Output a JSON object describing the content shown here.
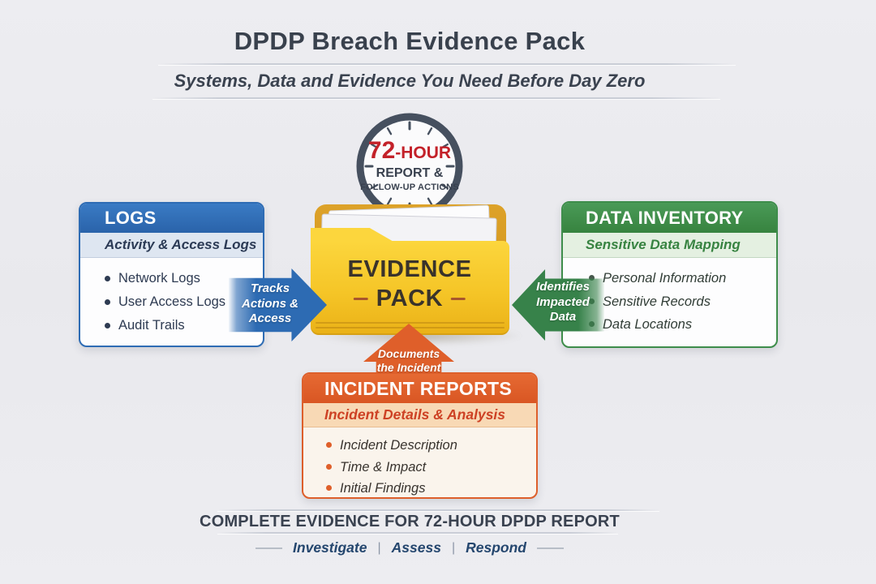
{
  "header": {
    "title": "DPDP Breach Evidence Pack",
    "subtitle": "Systems, Data and Evidence You Need Before Day Zero"
  },
  "clock_badge": {
    "number": "72",
    "suffix": "-HOUR",
    "line2": "REPORT &",
    "line3": "FOLLOW-UP ACTIONS",
    "accent_color": "#c32129"
  },
  "evidence_pack": {
    "line1": "EVIDENCE",
    "line2": "PACK",
    "folder_color": "#f5c527"
  },
  "panels": {
    "logs": {
      "title": "LOGS",
      "subtitle": "Activity & Access Logs",
      "items": [
        "Network Logs",
        "User Access Logs",
        "Audit Trails"
      ],
      "accent_color": "#2e6cb4"
    },
    "data_inventory": {
      "title": "DATA INVENTORY",
      "subtitle": "Sensitive Data Mapping",
      "items": [
        "Personal Information",
        "Sensitive Records",
        "Data Locations"
      ],
      "accent_color": "#3e8d4b"
    },
    "incident_reports": {
      "title": "INCIDENT REPORTS",
      "subtitle": "Incident Details & Analysis",
      "items": [
        "Incident Description",
        "Time & Impact",
        "Initial Findings"
      ],
      "accent_color": "#dd5f2b"
    }
  },
  "arrows": {
    "logs_to_pack": {
      "direction": "right",
      "color": "#2d6bb3",
      "lines": [
        "Tracks",
        "Actions &",
        "Access"
      ]
    },
    "inventory_to_pack": {
      "direction": "left",
      "color": "#37824a",
      "lines": [
        "Identifies",
        "Impacted",
        "Data"
      ]
    },
    "incident_to_pack": {
      "direction": "up",
      "color": "#df5f2a",
      "lines": [
        "Documents",
        "the Incident"
      ]
    }
  },
  "footer": {
    "headline": "COMPLETE EVIDENCE FOR 72-HOUR DPDP REPORT",
    "steps": [
      "Investigate",
      "Assess",
      "Respond"
    ],
    "separator": "|"
  }
}
